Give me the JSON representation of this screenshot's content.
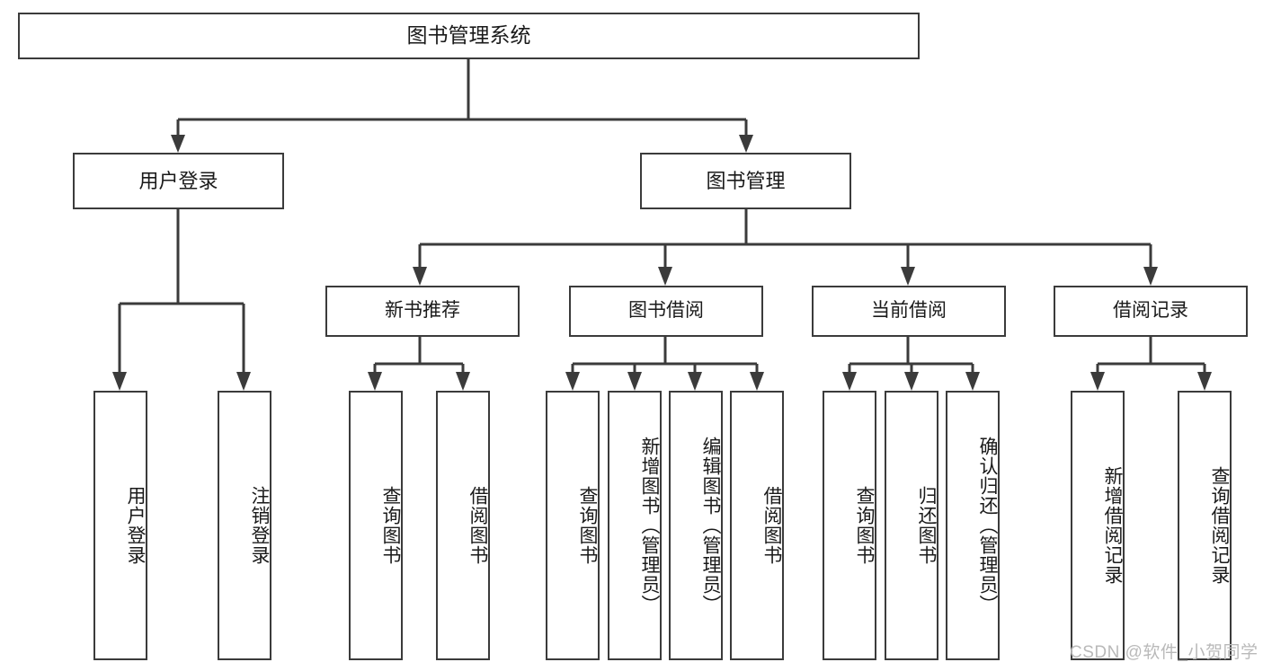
{
  "diagram": {
    "title": "图书管理系统",
    "type": "hierarchy-tree",
    "root": {
      "label": "图书管理系统"
    },
    "tier2": [
      {
        "label": "用户登录"
      },
      {
        "label": "图书管理"
      }
    ],
    "tier3": [
      {
        "label": "新书推荐"
      },
      {
        "label": "图书借阅"
      },
      {
        "label": "当前借阅"
      },
      {
        "label": "借阅记录"
      }
    ],
    "leaves": [
      {
        "label": "用户登录"
      },
      {
        "label": "注销登录"
      },
      {
        "label": "查询图书"
      },
      {
        "label": "借阅图书"
      },
      {
        "label": "查询图书"
      },
      {
        "label": "新增图书（管理员）"
      },
      {
        "label": "编辑图书（管理员）"
      },
      {
        "label": "借阅图书"
      },
      {
        "label": "查询图书"
      },
      {
        "label": "归还图书"
      },
      {
        "label": "确认归还（管理员）"
      },
      {
        "label": "新增借阅记录"
      },
      {
        "label": "查询借阅记录"
      }
    ]
  },
  "watermark": {
    "text": "CSDN @软件_小贺同学"
  },
  "colors": {
    "stroke": "#3b3b3b",
    "background": "#ffffff",
    "text": "#1a1a1a",
    "watermark": "#b9b9b9"
  }
}
